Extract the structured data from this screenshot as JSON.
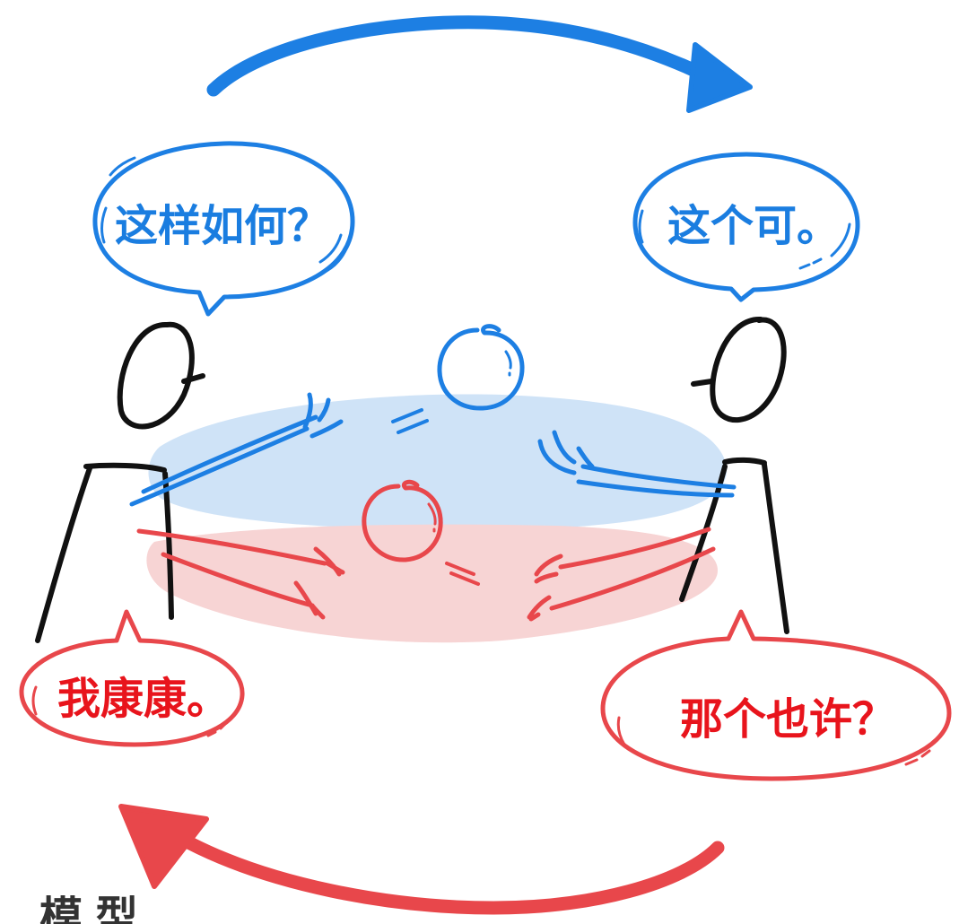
{
  "bubbles": {
    "top_left": "这样如何？",
    "top_right": "这个可。",
    "bottom_left": "我康康。",
    "bottom_right": "那个也许？"
  },
  "caption": "模型",
  "colors": {
    "blue": "#1d7fe3",
    "red": "#e8474b",
    "blue_text": "#1a7de0",
    "red_text": "#e8141c",
    "ink": "#111111",
    "blue_band": "#cfe3f7",
    "red_band": "#f7d4d4",
    "caption": "#333333"
  }
}
